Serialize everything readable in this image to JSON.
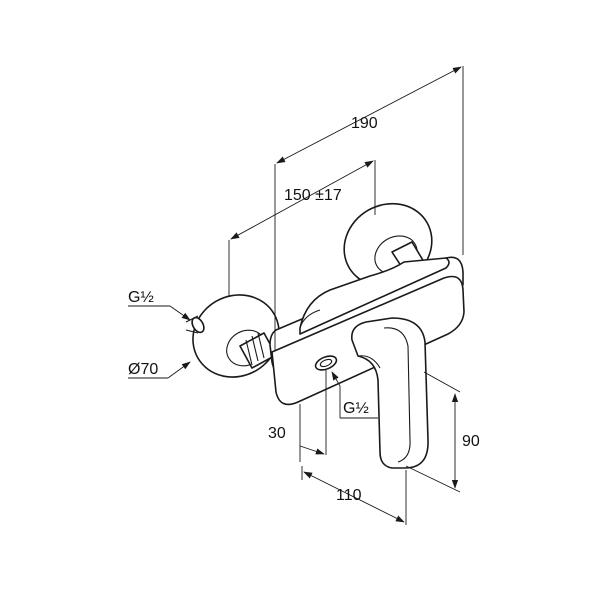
{
  "dimensions": {
    "overall_width": "190",
    "spindle_distance": "150 ±17",
    "inlet_thread_left": "G½",
    "flange_diameter": "Ø70",
    "outlet_thread": "G½",
    "outlet_offset": "30",
    "lever_height": "90",
    "projection": "110"
  },
  "colors": {
    "line": "#1a1a1a",
    "background": "#ffffff"
  }
}
